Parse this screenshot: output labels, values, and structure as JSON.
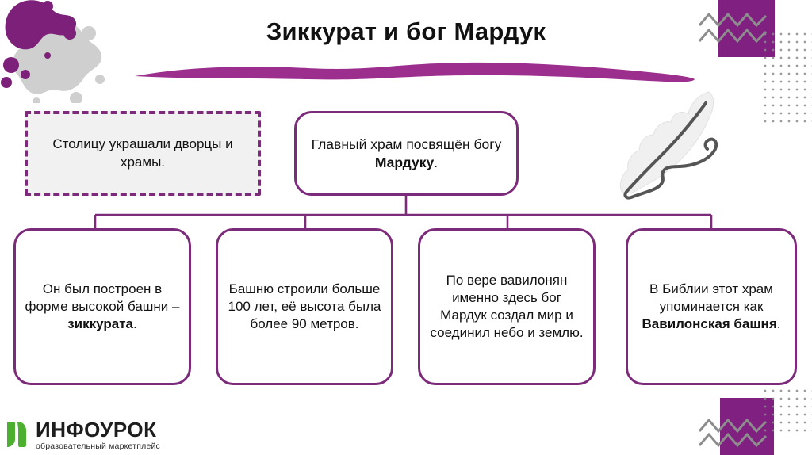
{
  "slide": {
    "title": "Зиккурат и бог Мардук",
    "background_color": "#ffffff",
    "accent_color": "#7c2a7a",
    "title_underline_color": "#9c2e8e",
    "logo_green": "#4caf2f"
  },
  "top_row": {
    "capital_box": {
      "text": "Столицу украшали дворцы и храмы.",
      "style": "dashed",
      "fill_color": "#f1f1f1",
      "border_color": "#7c2a7a"
    },
    "temple_box": {
      "text_before": "Главный храм посвящён богу ",
      "text_bold": "Мардуку",
      "text_after": ".",
      "style": "solid-rounded",
      "fill_color": "#ffffff",
      "border_color": "#7c2a7a"
    }
  },
  "bottom_row": [
    {
      "text_before": "Он был построен в форме высокой башни – ",
      "text_bold": "зиккурата",
      "text_after": "."
    },
    {
      "text_before": "Башню строили больше 100 лет, её высота была более 90 метров.",
      "text_bold": "",
      "text_after": ""
    },
    {
      "text_before": "По вере вавилонян именно здесь бог Мардук создал мир и соединил небо и землю.",
      "text_bold": "",
      "text_after": ""
    },
    {
      "text_before": "В Библии этот храм упоминается как ",
      "text_bold": "Вавилонская башня",
      "text_after": "."
    }
  ],
  "decorations": {
    "splatter": "paint-splatter-purple-gray",
    "quill": "feather-quill-pen",
    "top_right_square": "purple-square",
    "bottom_right_square": "purple-square",
    "zigzag": "gray-zigzag-lines",
    "dot_grid": "gray-dot-grid"
  },
  "logo": {
    "wordmark": "ИНФОУРОК",
    "tagline": "образовательный маркетплейс"
  }
}
